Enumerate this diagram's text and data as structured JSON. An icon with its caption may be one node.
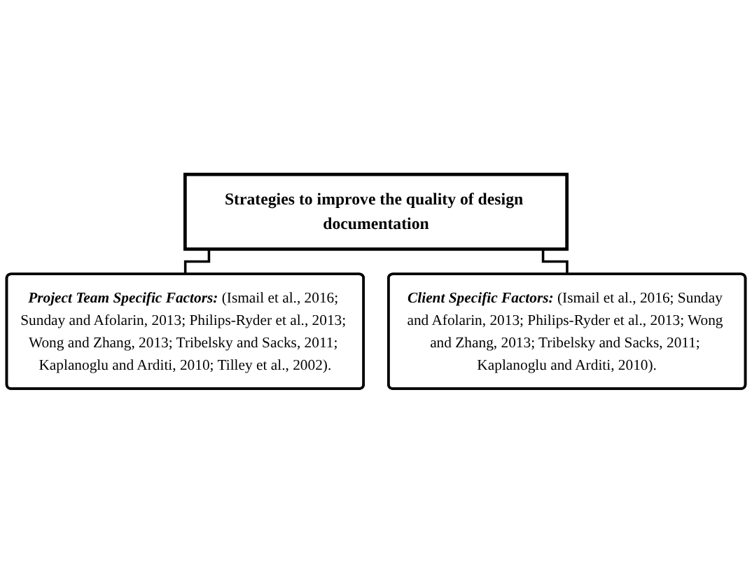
{
  "diagram": {
    "nodes": [
      {
        "text": [
          "Strategies to improve the quality of design documentation"
        ]
      },
      {
        "text": [
          "Project Team Specific Factors:",
          "(Ismail et al., 2016; Sunday and Afolarin, 2013; Philips-Ryder et al., 2013; Wong and Zhang, 2013; Tribelsky and Sacks, 2011; Kaplanoglu and Arditi, 2010; Tilley et al., 2002)."
        ]
      },
      {
        "text": [
          "Client Specific Factors:",
          "(Ismail et al., 2016; Sunday and Afolarin, 2013; Philips-Ryder et al., 2013; Wong and Zhang, 2013; Tribelsky and Sacks, 2011; Kaplanoglu and Arditi, 2010)."
        ]
      }
    ],
    "edges": [
      {
        "from": 0,
        "to": 1,
        "arrow": "none"
      },
      {
        "from": 0,
        "to": 2,
        "arrow": "none"
      }
    ]
  }
}
